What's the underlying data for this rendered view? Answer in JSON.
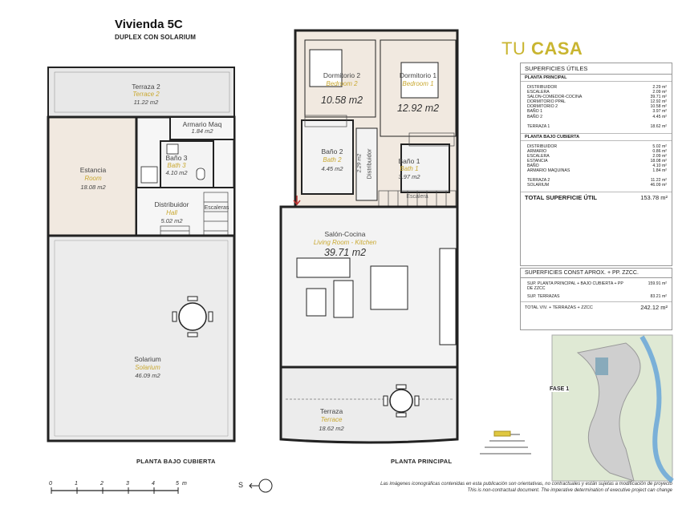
{
  "header": {
    "title": "Vivienda 5C",
    "subtitle": "DUPLEX CON SOLARIUM"
  },
  "left_plan": {
    "floor_label": "PLANTA BAJO CUBIERTA",
    "rooms": [
      {
        "es": "Terraza 2",
        "en": "Terrace 2",
        "area": "11.22 m2"
      },
      {
        "es": "Armario Maq",
        "en": "",
        "area": "1.84 m2"
      },
      {
        "es": "Estancia",
        "en": "Room",
        "area": "18.08 m2"
      },
      {
        "es": "Baño 3",
        "en": "Bath 3",
        "area": "4.10 m2"
      },
      {
        "es": "Distribuidor",
        "en": "Hall",
        "area": "5.02 m2"
      },
      {
        "es": "Escaleras",
        "en": "",
        "area": ""
      },
      {
        "es": "Solarium",
        "en": "Solarium",
        "area": "46.09 m2"
      }
    ]
  },
  "right_plan": {
    "floor_label": "PLANTA PRINCIPAL",
    "rooms": [
      {
        "es": "Dormitorio 2",
        "en": "Bedroom 2",
        "area": "10.58 m2"
      },
      {
        "es": "Dormitorio 1",
        "en": "Bedroom 1",
        "area": "12.92 m2"
      },
      {
        "es": "Baño 2",
        "en": "Bath 2",
        "area": "4.45 m2"
      },
      {
        "es": "Distribuidor",
        "en": "",
        "area": "2.29 m2"
      },
      {
        "es": "Baño 1",
        "en": "Bath 1",
        "area": "3.97 m2"
      },
      {
        "es": "Escalera",
        "en": "",
        "area": ""
      },
      {
        "es": "Salón-Cocina",
        "en": "Living Room - Kitchen",
        "area": "39.71 m2"
      },
      {
        "es": "Terraza",
        "en": "Terrace",
        "area": "18.62 m2"
      }
    ]
  },
  "brand": {
    "prefix": "TU ",
    "bold": "CASA"
  },
  "surfaces": {
    "title": "SUPERFICIES ÚTILES",
    "main_floor_title": "PLANTA PRINCIPAL",
    "main_floor": [
      {
        "label": "DISTRIBUIDOR",
        "value": "2.29 m²"
      },
      {
        "label": "ESCALERA",
        "value": "2.09 m²"
      },
      {
        "label": "SALON-COMEDOR-COCINA",
        "value": "39.71 m²"
      },
      {
        "label": "DORMITORIO PPAL",
        "value": "12.92 m²"
      },
      {
        "label": "DORMITORIO 2",
        "value": "10.58 m²"
      },
      {
        "label": "BAÑO 1",
        "value": "3.97 m²"
      },
      {
        "label": "BAÑO 2",
        "value": "4.45 m²"
      }
    ],
    "main_terrace": {
      "label": "TERRAZA 1",
      "value": "18.62 m²"
    },
    "roof_floor_title": "PLANTA BAJO CUBIERTA",
    "roof_floor": [
      {
        "label": "DISTRIBUIDOR",
        "value": "5.02 m²"
      },
      {
        "label": "ARMARIO",
        "value": "0.86 m²"
      },
      {
        "label": "ESCALERA",
        "value": "2.09 m²"
      },
      {
        "label": "ESTANCIA",
        "value": "18.08 m²"
      },
      {
        "label": "BAÑO",
        "value": "4.10 m²"
      },
      {
        "label": "ARMARIO MAQUINAS",
        "value": "1.84 m²"
      }
    ],
    "roof_terraces": [
      {
        "label": "TERRAZA 2",
        "value": "11.22 m²"
      },
      {
        "label": "SOLARIUM",
        "value": "46.09 m²"
      }
    ],
    "total_label": "TOTAL SUPERFICIE ÚTIL",
    "total_value": "153.78 m²"
  },
  "constructed": {
    "title": "SUPERFICIES CONST APROX. + PP. ZZCC.",
    "rows": [
      {
        "label": "SUP. PLANTA PRINCIPAL + BAJO CUBIERTA + PP DE ZZCC",
        "value": "159.91 m²"
      },
      {
        "label": "SUP. TERRAZAS",
        "value": "83.21 m²"
      }
    ],
    "total_label": "TOTAL VIV. + TERRAZAS + ZZCC",
    "total_value": "242.12 m²"
  },
  "site_map": {
    "label": "FASE 1"
  },
  "scale": {
    "ticks": [
      "0",
      "1",
      "2",
      "3",
      "4",
      "5"
    ],
    "unit": "m"
  },
  "north": {
    "label": "S"
  },
  "disclaimer": [
    "Las imágenes iconográficas contenidas en esta publicación son orientativas, no contractuales y están sujetas a modificación de proyecto",
    "This is non-contractual document. The imperative determination of executive project can change"
  ]
}
